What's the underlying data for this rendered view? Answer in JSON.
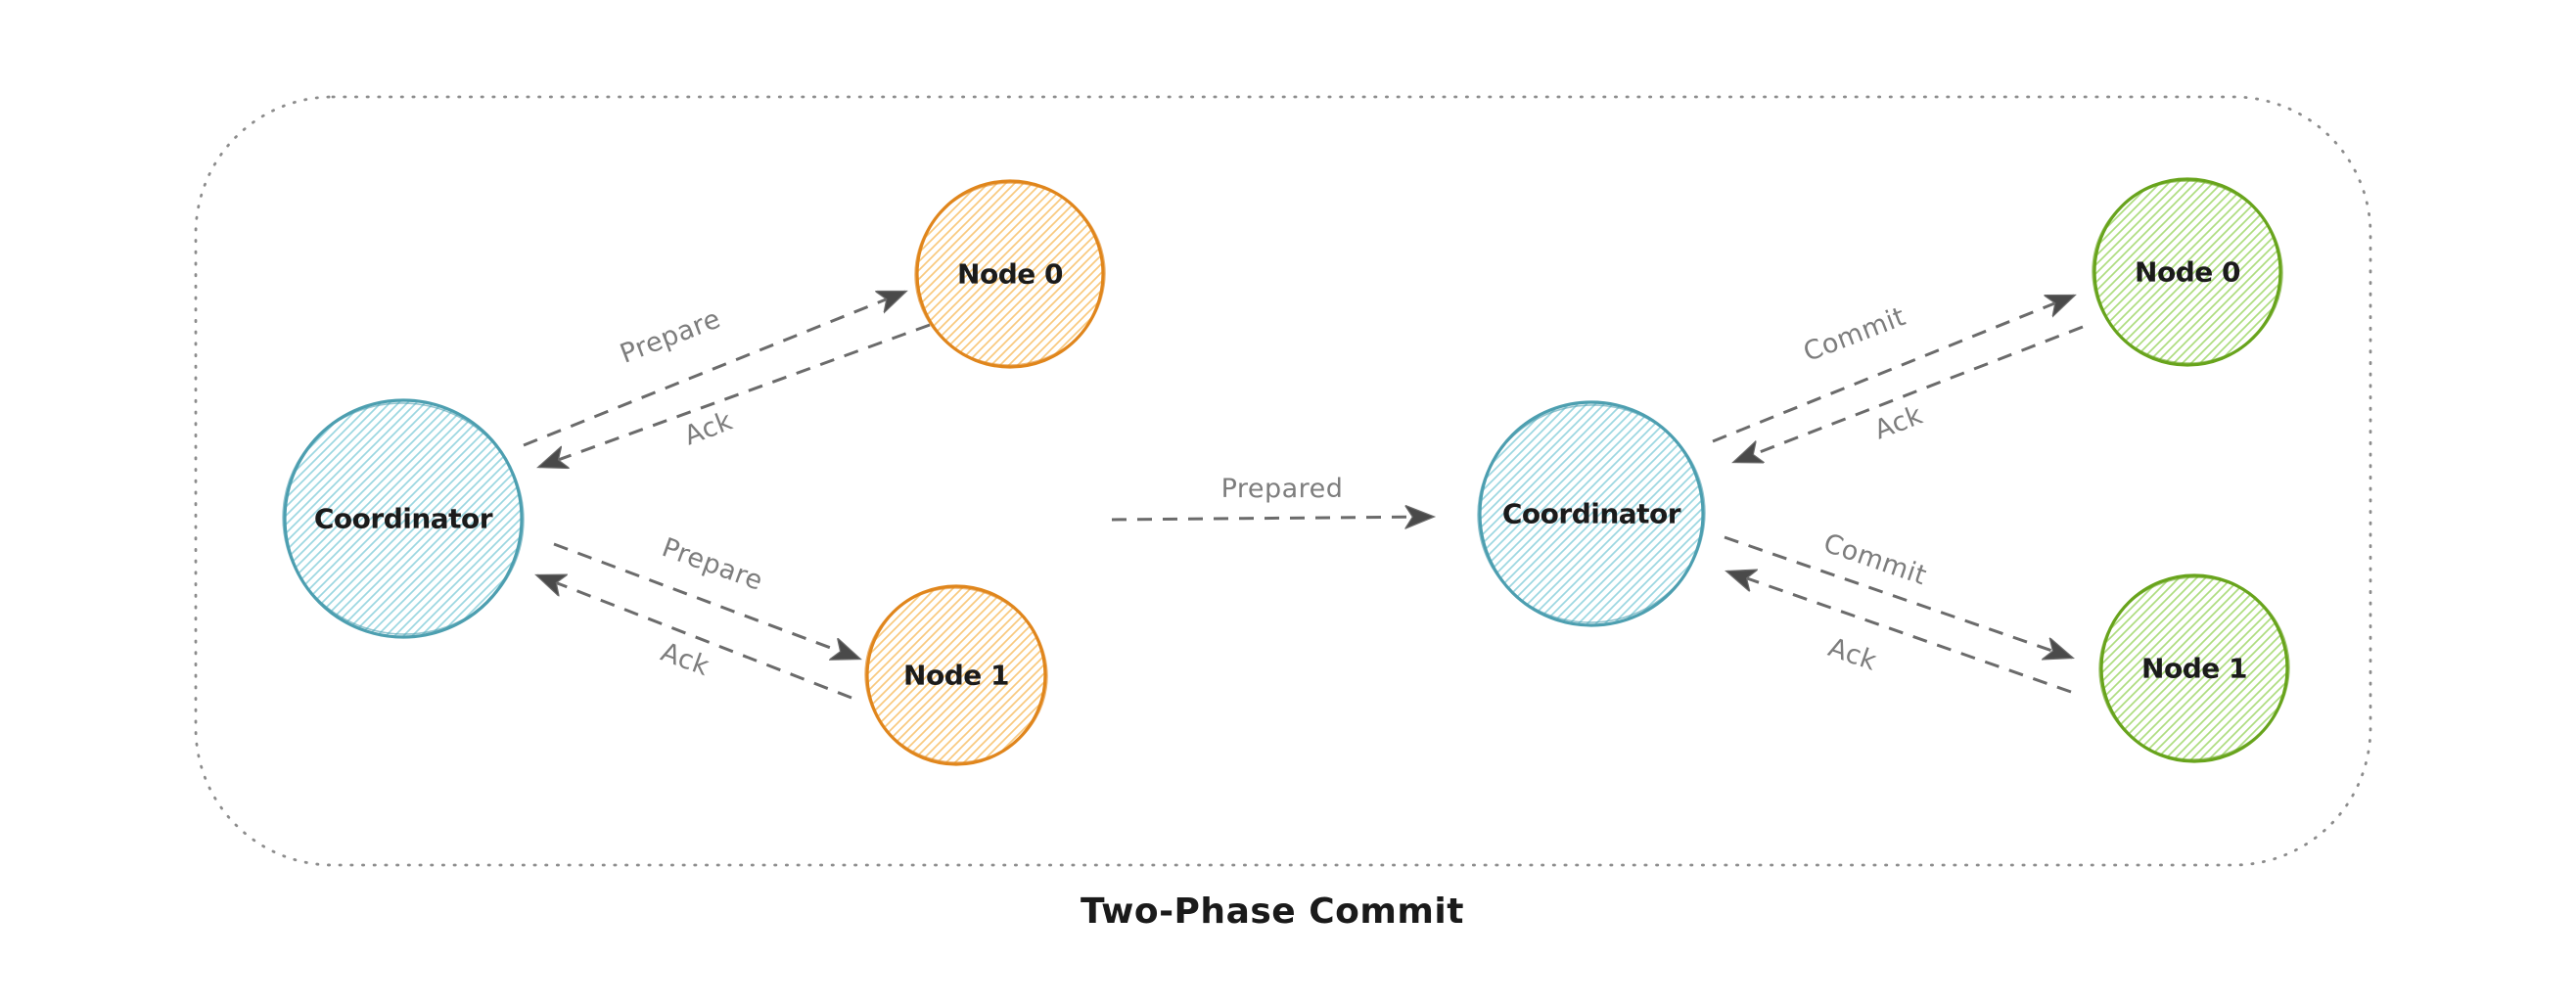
{
  "title": "Two-Phase Commit",
  "colors": {
    "background": "#ffffff",
    "coordinator_stroke": "#4d9fb0",
    "coordinator_hatch": "#9cd7e1",
    "prepare_node_stroke": "#e0861c",
    "prepare_node_hatch": "#f9c97e",
    "commit_node_stroke": "#68a41c",
    "commit_node_hatch": "#aedd80",
    "arrow": "#6b6b6b",
    "arrowhead": "#4a4a4a",
    "message_label": "#7d7d7d",
    "node_label": "#1b1b1b",
    "frame_border": "#8c8c8c",
    "title": "#1a1a1a"
  },
  "phase1": {
    "coordinator_label": "Coordinator",
    "node0_label": "Node 0",
    "node1_label": "Node 1",
    "node0_request": "Prepare",
    "node0_response": "Ack",
    "node1_request": "Prepare",
    "node1_response": "Ack"
  },
  "transition_label": "Prepared",
  "phase2": {
    "coordinator_label": "Coordinator",
    "node0_label": "Node 0",
    "node1_label": "Node 1",
    "node0_request": "Commit",
    "node0_response": "Ack",
    "node1_request": "Commit",
    "node1_response": "Ack"
  }
}
